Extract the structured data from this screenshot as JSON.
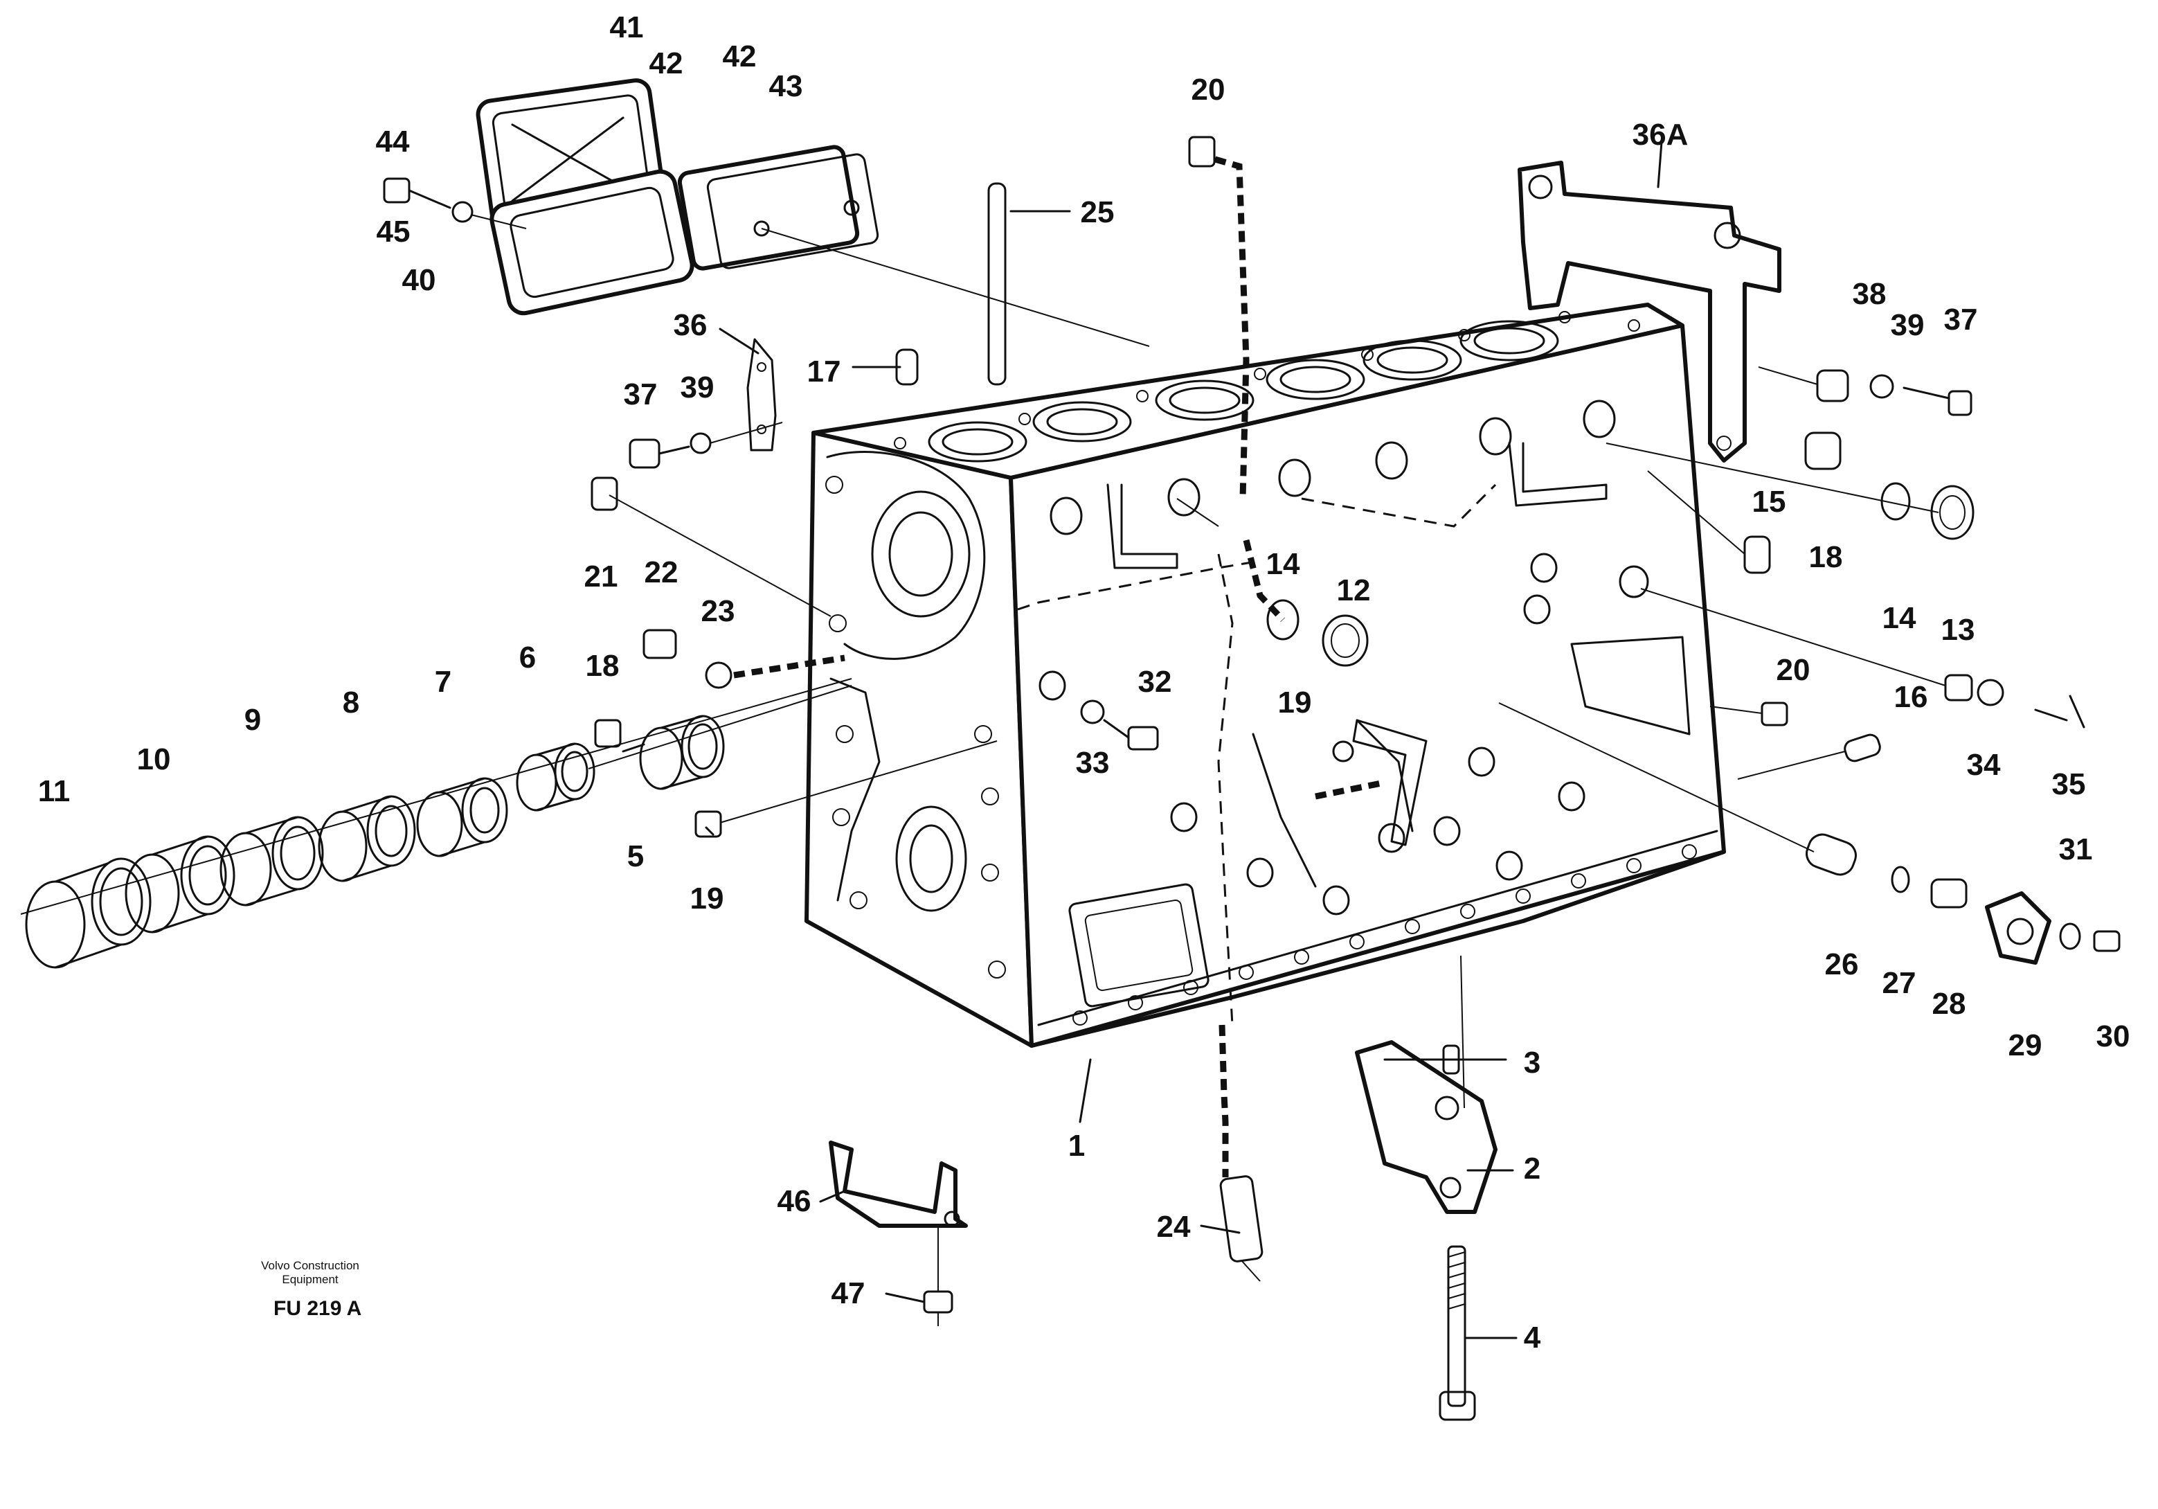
{
  "diagram": {
    "labels": {
      "p1": "1",
      "p2": "2",
      "p3": "3",
      "p4": "4",
      "p5": "5",
      "p6": "6",
      "p7": "7",
      "p8": "8",
      "p9": "9",
      "p10": "10",
      "p11": "11",
      "p12": "12",
      "p13": "13",
      "p14a": "14",
      "p14b": "14",
      "p15": "15",
      "p16": "16",
      "p17": "17",
      "p18a": "18",
      "p18b": "18",
      "p19a": "19",
      "p19b": "19",
      "p20a": "20",
      "p20b": "20",
      "p21": "21",
      "p22": "22",
      "p23": "23",
      "p24": "24",
      "p25": "25",
      "p26": "26",
      "p27": "27",
      "p28": "28",
      "p29": "29",
      "p30": "30",
      "p31": "31",
      "p32": "32",
      "p33": "33",
      "p34": "34",
      "p35": "35",
      "p36": "36",
      "p36a": "36A",
      "p37a": "37",
      "p37b": "37",
      "p38": "38",
      "p39a": "39",
      "p39b": "39",
      "p40": "40",
      "p41": "41",
      "p42a": "42",
      "p42b": "42",
      "p43": "43",
      "p44": "44",
      "p45": "45",
      "p46": "46",
      "p47": "47"
    },
    "footer": {
      "company_line1": "Volvo Construction",
      "company_line2": "Equipment",
      "code": "FU 219 A"
    }
  }
}
